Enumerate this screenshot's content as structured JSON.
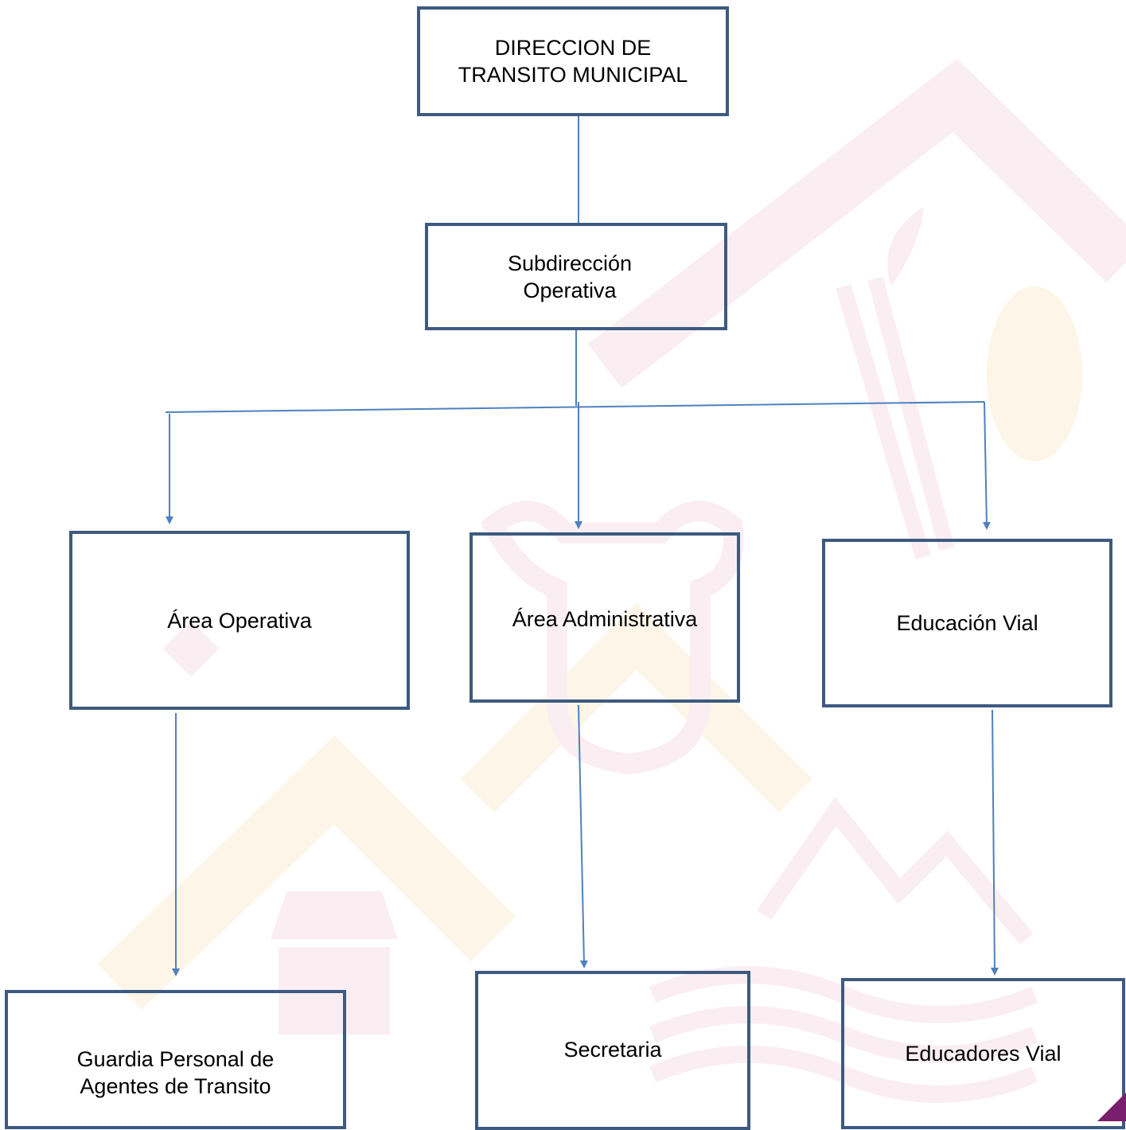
{
  "nodes": {
    "direccion": "DIRECCION DE\nTRANSITO MUNICIPAL",
    "subdireccion": "Subdirección\n  Operativa",
    "area_operativa": "Área Operativa",
    "area_administrativa": "Área Administrativa",
    "educacion_vial": "Educación Vial",
    "guardia": "Guardia Personal de\nAgentes de Transito",
    "secretaria": "Secretaria",
    "educadores": "Educadores Vial"
  },
  "colors": {
    "box_border": "#3d5a80",
    "connector": "#4f81bd",
    "watermark_pink": "#fbeef2",
    "watermark_cream": "#fdf6e8",
    "corner_accent": "#7a1f6e"
  }
}
